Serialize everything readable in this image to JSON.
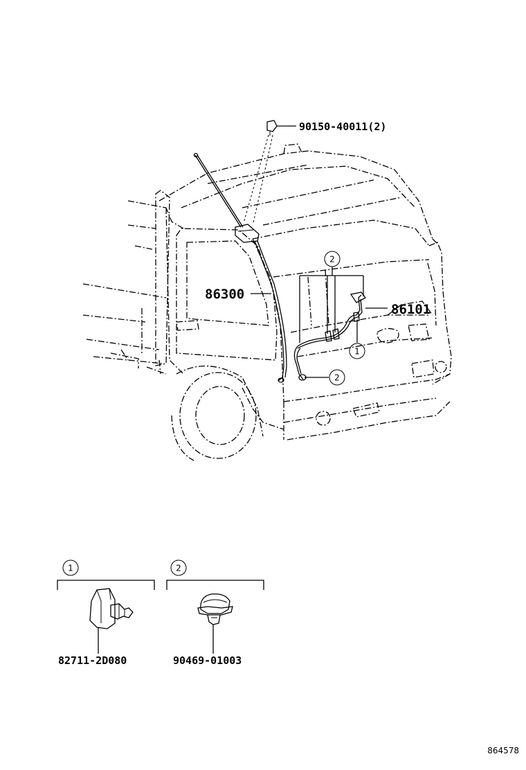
{
  "labels": {
    "bolt": "90150-40011(2)",
    "antenna": "86300",
    "cord": "86101",
    "clamp1": "82711-2D080",
    "clamp2": "90469-01003"
  },
  "callouts": {
    "one": "1",
    "two": "2"
  },
  "figure_id": "864578"
}
